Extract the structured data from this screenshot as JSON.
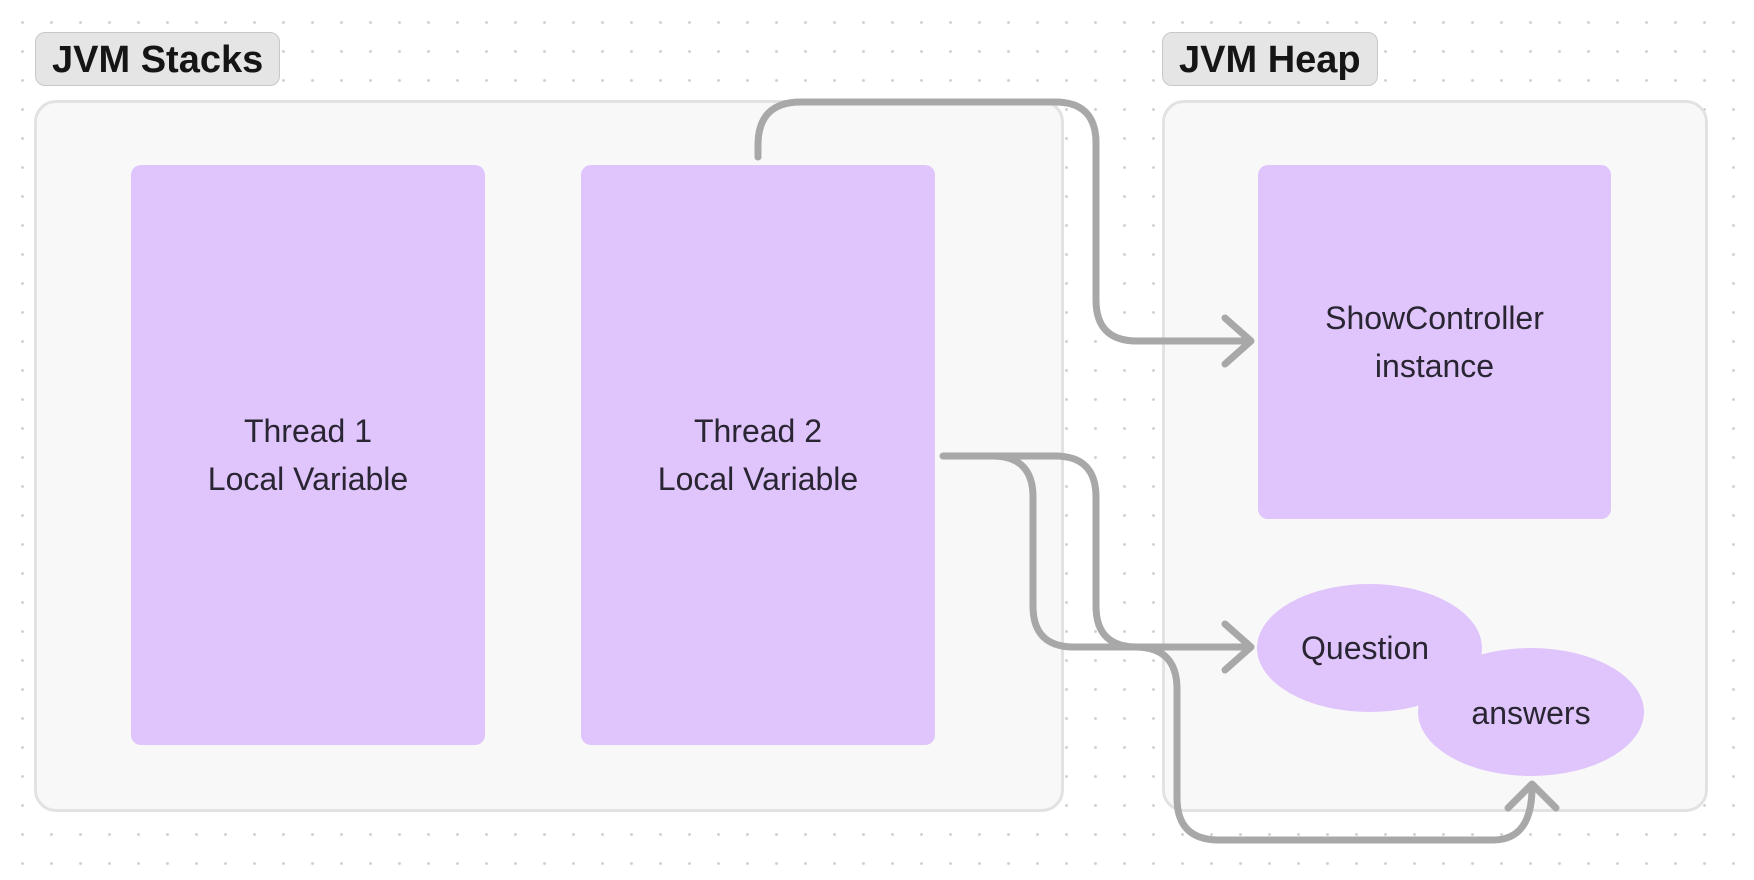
{
  "stacks": {
    "title": "JVM Stacks",
    "threads": [
      {
        "line1": "Thread 1",
        "line2": "Local Variable"
      },
      {
        "line1": "Thread 2",
        "line2": "Local Variable"
      }
    ]
  },
  "heap": {
    "title": "JVM Heap",
    "controller": {
      "line1": "ShowController",
      "line2": "instance"
    },
    "question": "Question",
    "answers": "answers"
  },
  "colors": {
    "block_fill": "#dfc5fb",
    "section_fill": "#f8f8f8",
    "connector": "#a8a8a8"
  }
}
